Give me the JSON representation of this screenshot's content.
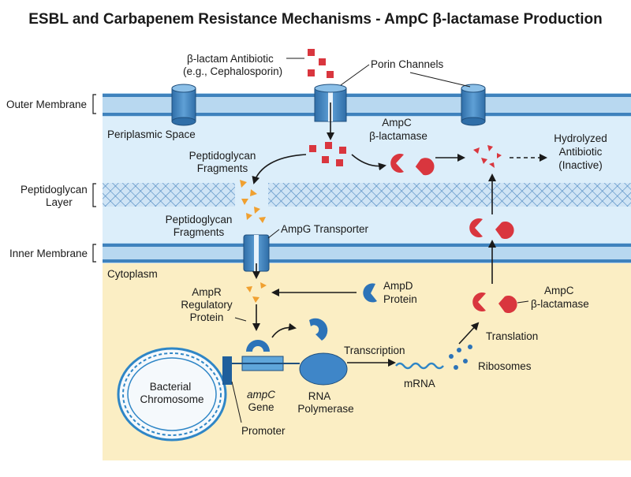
{
  "title": "ESBL and Carbapenem Resistance Mechanisms - AmpC β-lactamase Production",
  "side_labels": {
    "outer_membrane": "Outer Membrane",
    "peptidoglycan_layer_1": "Peptidoglycan",
    "peptidoglycan_layer_2": "Layer",
    "inner_membrane": "Inner Membrane"
  },
  "regions": {
    "periplasmic_space": "Periplasmic Space",
    "cytoplasm": "Cytoplasm"
  },
  "labels": {
    "antibiotic_1": "β-lactam Antibiotic",
    "antibiotic_2": "(e.g., Cephalosporin)",
    "porin_channels": "Porin Channels",
    "ampc_top_1": "AmpC",
    "ampc_top_2": "β-lactamase",
    "hydrolyzed_1": "Hydrolyzed",
    "hydrolyzed_2": "Antibiotic",
    "hydrolyzed_3": "(Inactive)",
    "pg_fragments_top_1": "Peptidoglycan",
    "pg_fragments_top_2": "Fragments",
    "pg_fragments_bottom_1": "Peptidoglycan",
    "pg_fragments_bottom_2": "Fragments",
    "ampg_transporter": "AmpG Transporter",
    "ampr_1": "AmpR",
    "ampr_2": "Regulatory",
    "ampr_3": "Protein",
    "ampd_1": "AmpD",
    "ampd_2": "Protein",
    "ampc_bottom_1": "AmpC",
    "ampc_bottom_2": "β-lactamase",
    "translation": "Translation",
    "transcription": "Transcription",
    "ribosomes": "Ribosomes",
    "mrna": "mRNA",
    "rna_polymerase_1": "RNA",
    "rna_polymerase_2": "Polymerase",
    "ampc_gene_1": "ampC",
    "ampc_gene_2": "Gene",
    "promoter": "Promoter",
    "chromosome_1": "Bacterial",
    "chromosome_2": "Chromosome"
  },
  "colors": {
    "membrane": "#4a8cc4",
    "membrane_light": "#b8d8f0",
    "periplasm": "#dceefa",
    "cytoplasm": "#fbeec4",
    "enzyme": "#d9363e",
    "fragment": "#f0a030",
    "protein": "#2c73b8",
    "dna": "#2f86c6"
  }
}
